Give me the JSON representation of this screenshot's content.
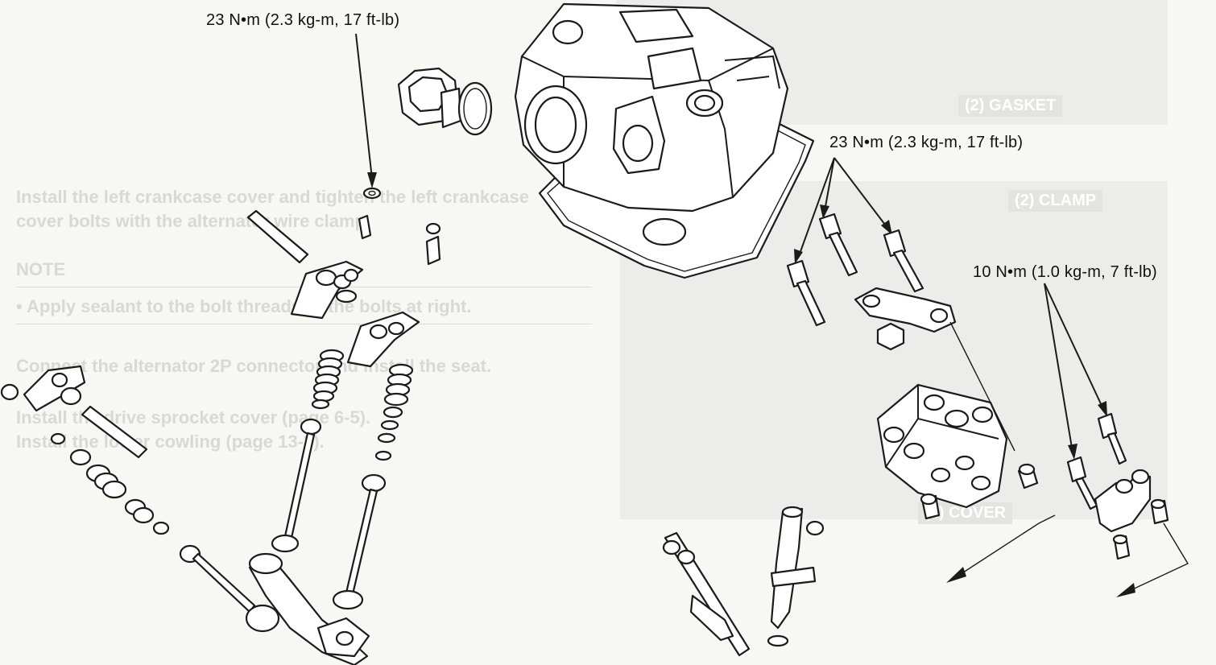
{
  "diagram": {
    "torque_labels": {
      "top_center": "23 N•m (2.3 kg-m, 17 ft-lb)",
      "right_bolts": "23 N•m (2.3 kg-m, 17 ft-lb)",
      "far_right": "10 N•m (1.0 kg-m, 7 ft-lb)"
    }
  },
  "background_bleed": {
    "para1_line1": "Install the left crankcase cover and tighten the left crankcase",
    "para1_line2": "cover bolts with the alternator wire clamp.",
    "note_heading": "NOTE",
    "note_bullet": "•   Apply sealant to the bolt threads of the bolts at right.",
    "para2": "Connect the alternator 2P connector and install the seat.",
    "para3_line1": "Install the drive sprocket cover (page 6-5).",
    "para3_line2": "Install the lower cowling (page 13-3).",
    "box_gasket": "(2) GASKET",
    "box_clamp": "(2) CLAMP",
    "box_cover": "(1) COVER"
  }
}
